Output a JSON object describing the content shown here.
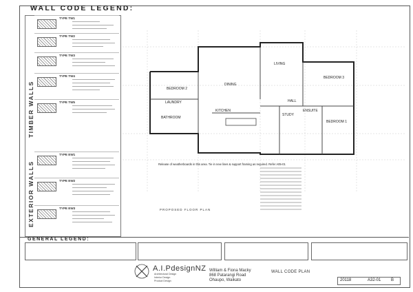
{
  "legend": {
    "title": "WALL CODE LEGEND:",
    "timber_label": "TIMBER WALLS",
    "exterior_label": "EXTERIOR WALLS",
    "timber_types": [
      "TYPE TW1",
      "TYPE TW2",
      "TYPE TW3",
      "TYPE TW4",
      "TYPE TW5"
    ],
    "exterior_types": [
      "TYPE EW1",
      "TYPE EW2",
      "TYPE EW3"
    ]
  },
  "general_legend": {
    "title": "GENERAL LEGEND:"
  },
  "plan": {
    "rooms": [
      "LIVING",
      "DINING",
      "KITCHEN",
      "BEDROOM 2",
      "BEDROOM 3",
      "BEDROOM 1",
      "BATHROOM",
      "ENSUITE",
      "STUDY",
      "HALL",
      "LAUNDRY"
    ],
    "caption": "PROPOSED FLOOR PLAN",
    "note": "Release of weatherboards in this area. Tie in new lines & support framing as required. Refer A05-01"
  },
  "title_block": {
    "brand": "A.I.PdesignNZ",
    "brand_sub": [
      "Architectural Design",
      "Interior Design",
      "Product Design"
    ],
    "client": "William & Fiona Macky",
    "address": "868 Patarangi Road",
    "town": "Ohaupo, Waikato",
    "sheet_title": "WALL CODE PLAN",
    "job_no": "20118",
    "sheet_no": "A32-01",
    "revision": "B"
  }
}
